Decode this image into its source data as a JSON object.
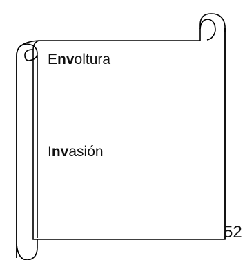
{
  "words": [
    {
      "pre": "E",
      "bold": "nv",
      "post": "oltura"
    },
    {
      "pre": "I",
      "bold": "nv",
      "post": "asión"
    }
  ],
  "page_number": "52"
}
